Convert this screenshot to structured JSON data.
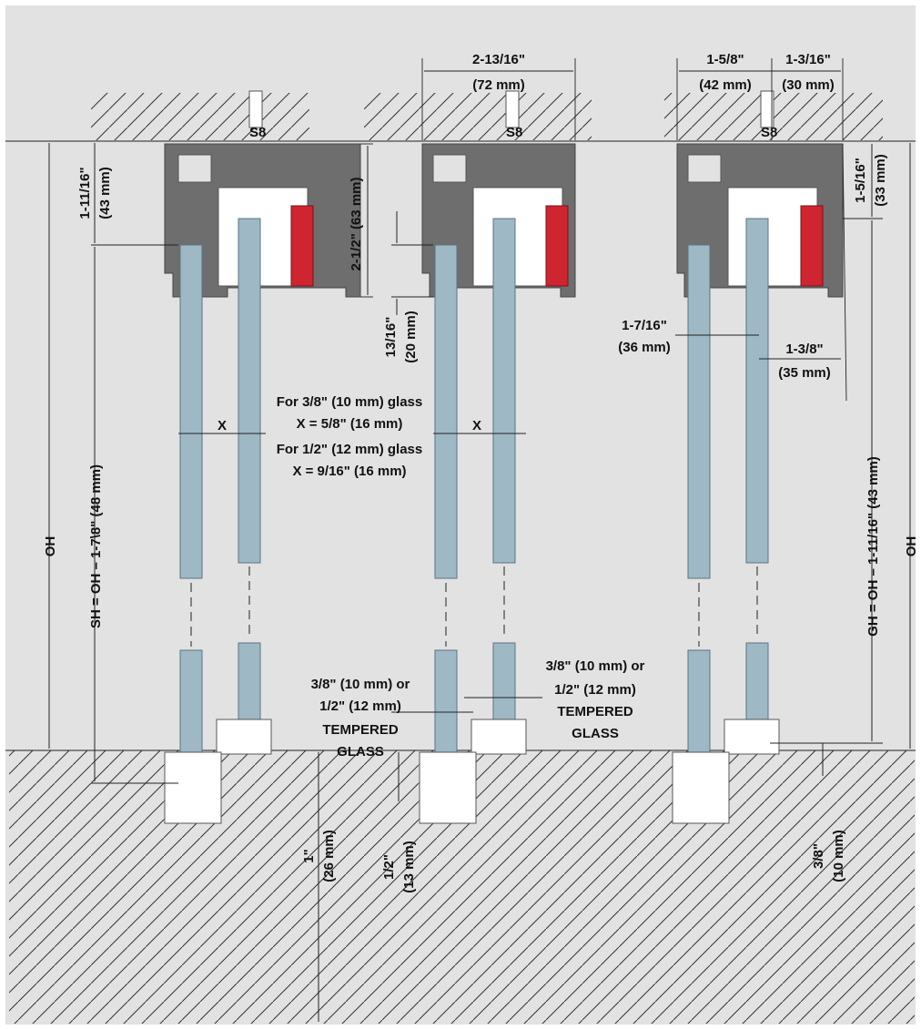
{
  "colors": {
    "background": "#e2e2e2",
    "profile": "#6e6e6e",
    "glass": "#9eb8c6",
    "gasket": "#cf2530",
    "line": "#222222"
  },
  "labels": {
    "s8": "S8",
    "col2_width_in": "2-13/16\"",
    "col2_width_mm": "(72 mm)",
    "col3_left_in": "1-5/8\"",
    "col3_left_mm": "(42 mm)",
    "col3_right_in": "1-3/16\"",
    "col3_right_mm": "(30 mm)",
    "col1_top_in": "1-11/16\"",
    "col1_top_mm": "(43 mm)",
    "col1_track_h": "2-1/2\" (63 mm)",
    "col2_drop_in": "13/16\"",
    "col2_drop_mm": "(20 mm)",
    "col3_top_in": "1-5/16\"",
    "col3_top_mm": "(33 mm)",
    "col3_gap_in": "1-7/16\"",
    "col3_gap_mm": "(36 mm)",
    "col3_offset_in": "1-3/8\"",
    "col3_offset_mm": "(35 mm)",
    "note_line1": "For 3/8\" (10 mm) glass",
    "note_line2": "X = 5/8\" (16 mm)",
    "note_line3": "For 1/2\" (12 mm) glass",
    "note_line4": "X = 9/16\" (16 mm)",
    "x_mark": "X",
    "oh": "OH",
    "sh_formula": "SH = OH – 1-7\\8\" (48 mm)",
    "gh_formula": "GH = OH – 1-11/16\" (43 mm)",
    "glass_a_line1": "3/8\" (10 mm) or",
    "glass_a_line2": "1/2\" (12 mm)",
    "glass_a_line3": "TEMPERED",
    "glass_a_line4": "GLASS",
    "glass_b_line1": "3/8\" (10 mm) or",
    "glass_b_line2": "1/2\" (12 mm)",
    "glass_b_line3": "TEMPERED",
    "glass_b_line4": "GLASS",
    "col1_bottom_in": "1\"",
    "col1_bottom_mm": "(26 mm)",
    "col2_bottom_in": "1/2\"",
    "col2_bottom_mm": "(13 mm)",
    "col3_bottom_in": "3/8\"",
    "col3_bottom_mm": "(10 mm)"
  }
}
